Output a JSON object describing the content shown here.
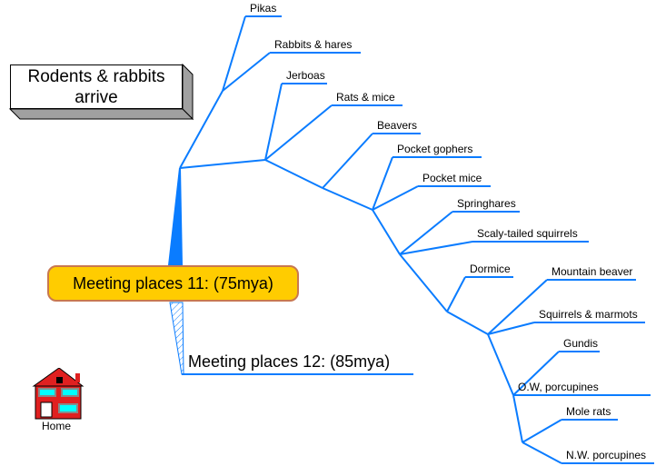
{
  "title": "Rodents & rabbits arrive",
  "title_lines": [
    "Rodents & rabbits",
    "arrive"
  ],
  "meeting_place_11": "Meeting places 11: (75mya)",
  "meeting_place_12": "Meeting places 12: (85mya)",
  "home_label": "Home",
  "line_color": "#0a7cff",
  "branches": [
    "Pikas",
    "Rabbits & hares",
    "Jerboas",
    "Rats & mice",
    "Beavers",
    "Pocket gophers",
    "Pocket mice",
    "Springhares",
    "Scaly-tailed squirrels",
    "Dormice",
    "Mountain beaver",
    "Squirrels & marmots",
    "Gundis",
    "O.W, porcupines",
    "Mole rats",
    "N.W. porcupines"
  ]
}
